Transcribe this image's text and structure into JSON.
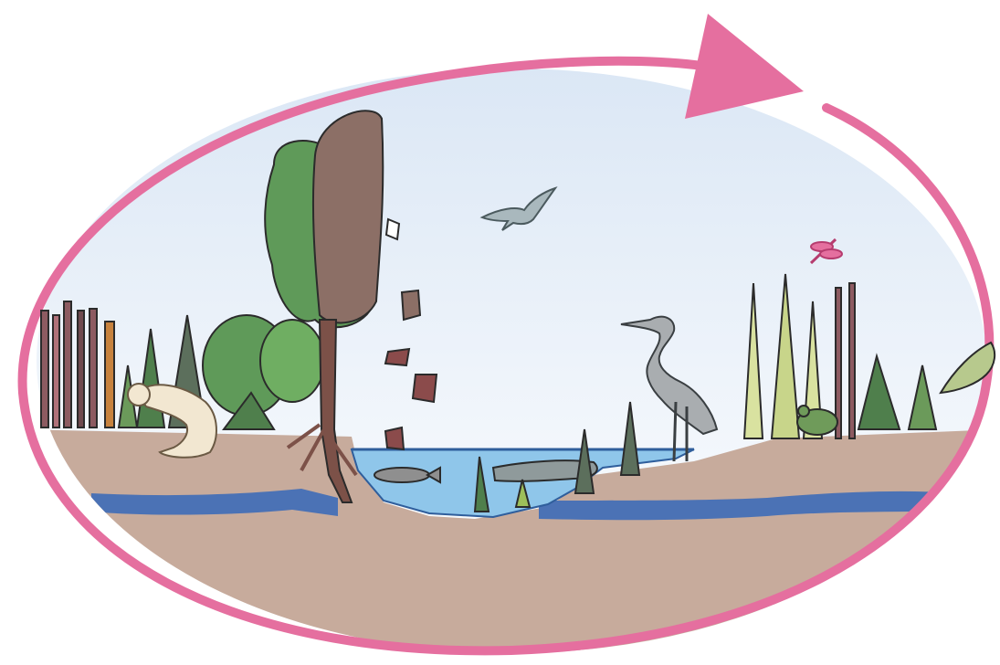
{
  "scene": {
    "type": "wetland ecosystem cycle illustration",
    "has_text": false
  },
  "colors": {
    "cycle_arrow": "#e56f9f",
    "sky_top": "#dbe7f5",
    "sky_bottom": "#ffffff",
    "soil": "#c7ab9c",
    "groundwater": "#4b72b5",
    "pond_water": "#8fc6ea",
    "tree_trunk": "#7c5148",
    "tree_foliage": "#5f9a59",
    "tree_foliage_dark": "#8c6f66",
    "fallen_leaves": "#8b4b4b",
    "heron": "#a9adb0",
    "bird": "#a9b8bd",
    "otter": "#f2e7d1",
    "frog": "#6f9b5a",
    "fish": "#8f8f8f",
    "dragonfly": "#e56f9f",
    "reeds": "#3b6b3b"
  },
  "elements": {
    "cycle_arrow": "pink-cycle-arrow",
    "tree": "riparian-tree",
    "bird": "flying-bird",
    "heron": "wading-heron",
    "otter": "otter-on-bank",
    "frog": "frog-on-bank",
    "dragonfly": "dragonfly",
    "fish": "fish-in-pond",
    "pond": "pond-water",
    "groundwater": "groundwater-band",
    "soil": "soil-cross-section"
  }
}
